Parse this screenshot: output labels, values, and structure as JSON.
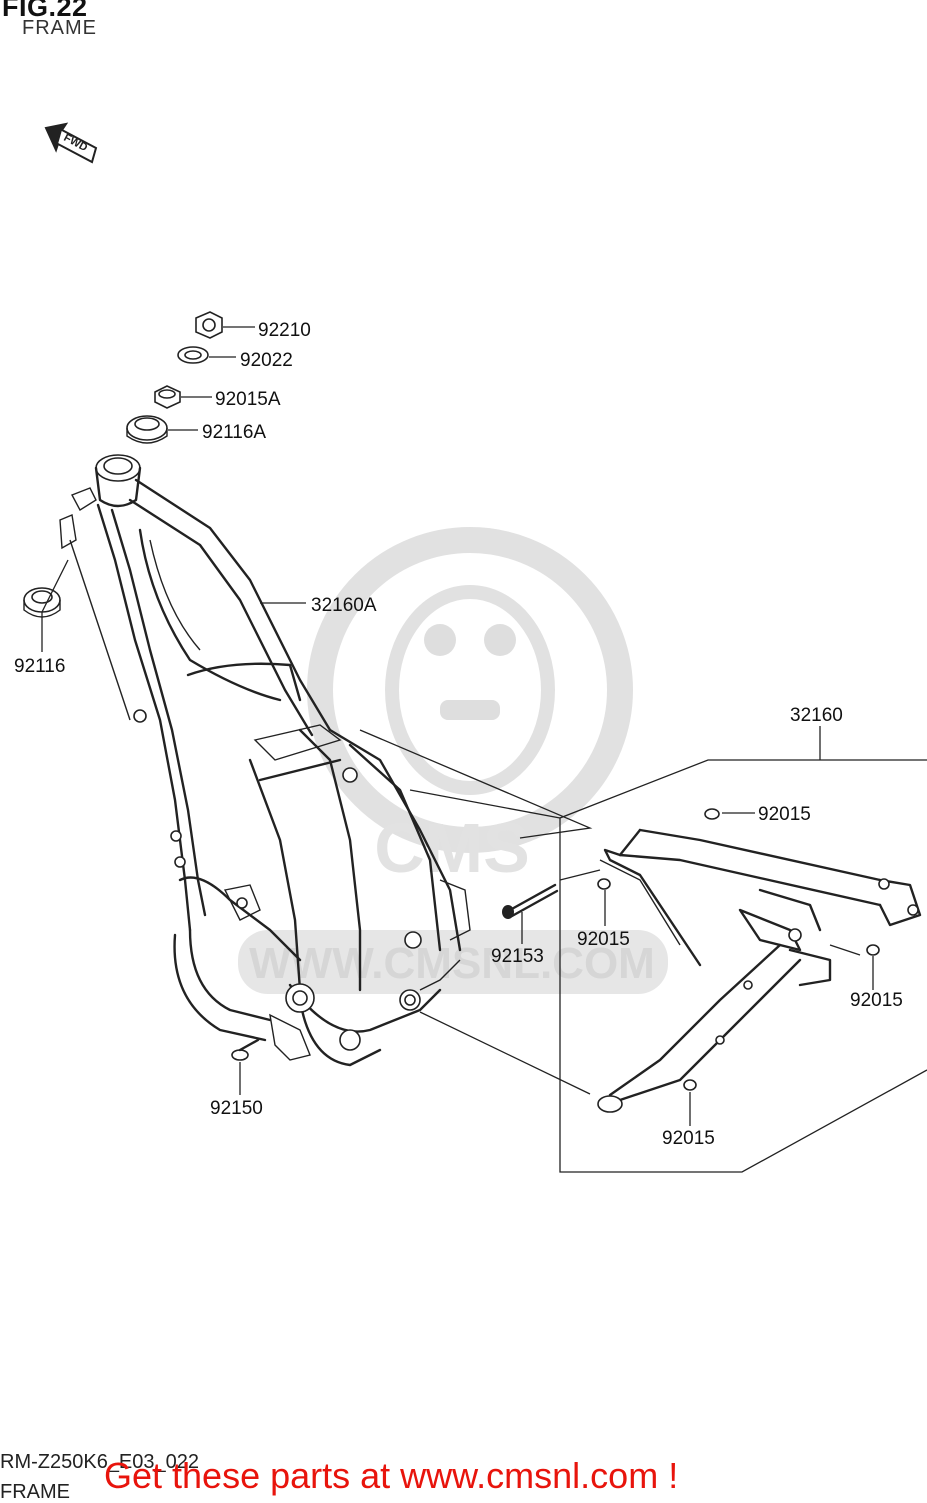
{
  "figure": {
    "title": "FIG.22",
    "subtitle": "FRAME",
    "fwd_label": "FWD"
  },
  "callouts": {
    "c92210": "92210",
    "c92022": "92022",
    "c92015A": "92015A",
    "c92116A": "92116A",
    "c32160A": "32160A",
    "c92116": "92116",
    "c32160": "32160",
    "c92015_top": "92015",
    "c92015_mid": "92015",
    "c92153": "92153",
    "c92015_right": "92015",
    "c92150": "92150",
    "c92015_bottom": "92015"
  },
  "watermark": {
    "text": "WWW.CMSNL.COM",
    "logo_text": "CMS"
  },
  "footer": {
    "code": "RM-Z250K6_E03_022",
    "name": "FRAME",
    "promo": "Get these parts at www.cmsnl.com !"
  },
  "colors": {
    "promo": "#e8140c",
    "watermark": "#d9d9d9",
    "line": "#222222"
  },
  "icons": [
    "fwd-arrow-icon",
    "watermark-logo-icon"
  ]
}
